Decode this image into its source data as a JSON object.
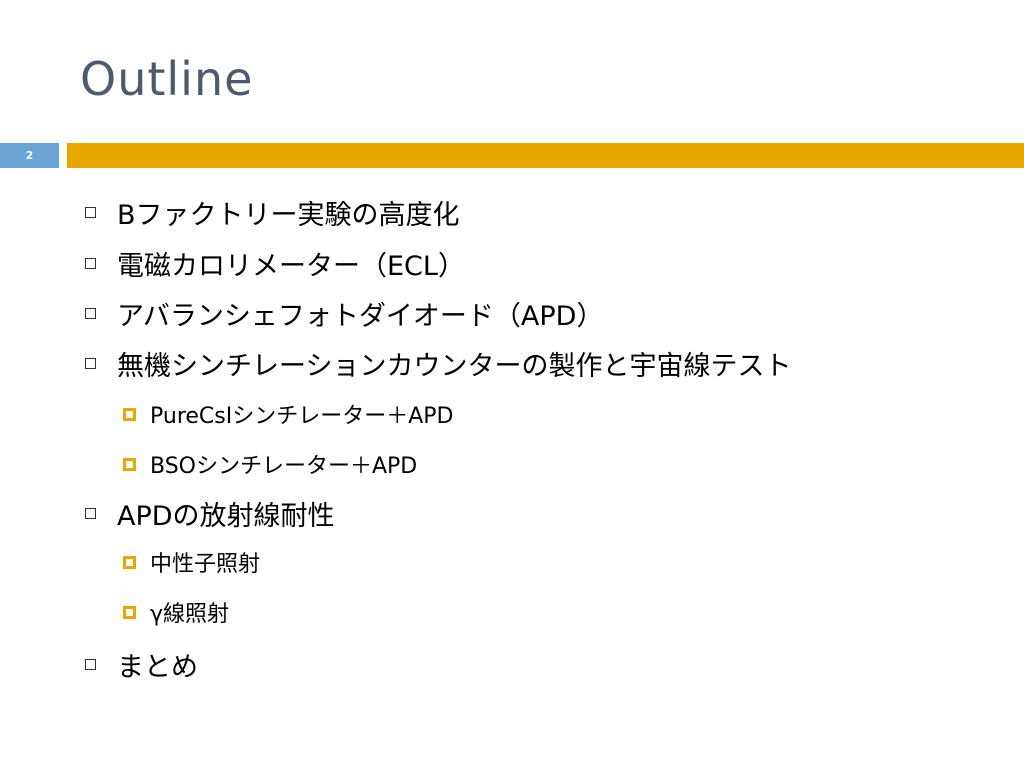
{
  "slide": {
    "title": "Outline",
    "slide_number": "2",
    "accent_color": "#e8a800",
    "number_box_color": "#6aa3d6",
    "title_color": "#4d5a6e"
  },
  "bullets": [
    {
      "level": 1,
      "text": "Bファクトリー実験の高度化"
    },
    {
      "level": 1,
      "text": "電磁カロリメーター（ECL）"
    },
    {
      "level": 1,
      "text": "アバランシェフォトダイオード（APD）"
    },
    {
      "level": 1,
      "text": "無機シンチレーションカウンターの製作と宇宙線テスト"
    },
    {
      "level": 2,
      "text": "PureCsIシンチレーター＋APD"
    },
    {
      "level": 2,
      "text": "BSOシンチレーター＋APD"
    },
    {
      "level": 1,
      "text": "APDの放射線耐性"
    },
    {
      "level": 2,
      "text": "中性子照射"
    },
    {
      "level": 2,
      "text": "γ線照射"
    },
    {
      "level": 1,
      "text": "まとめ"
    }
  ]
}
